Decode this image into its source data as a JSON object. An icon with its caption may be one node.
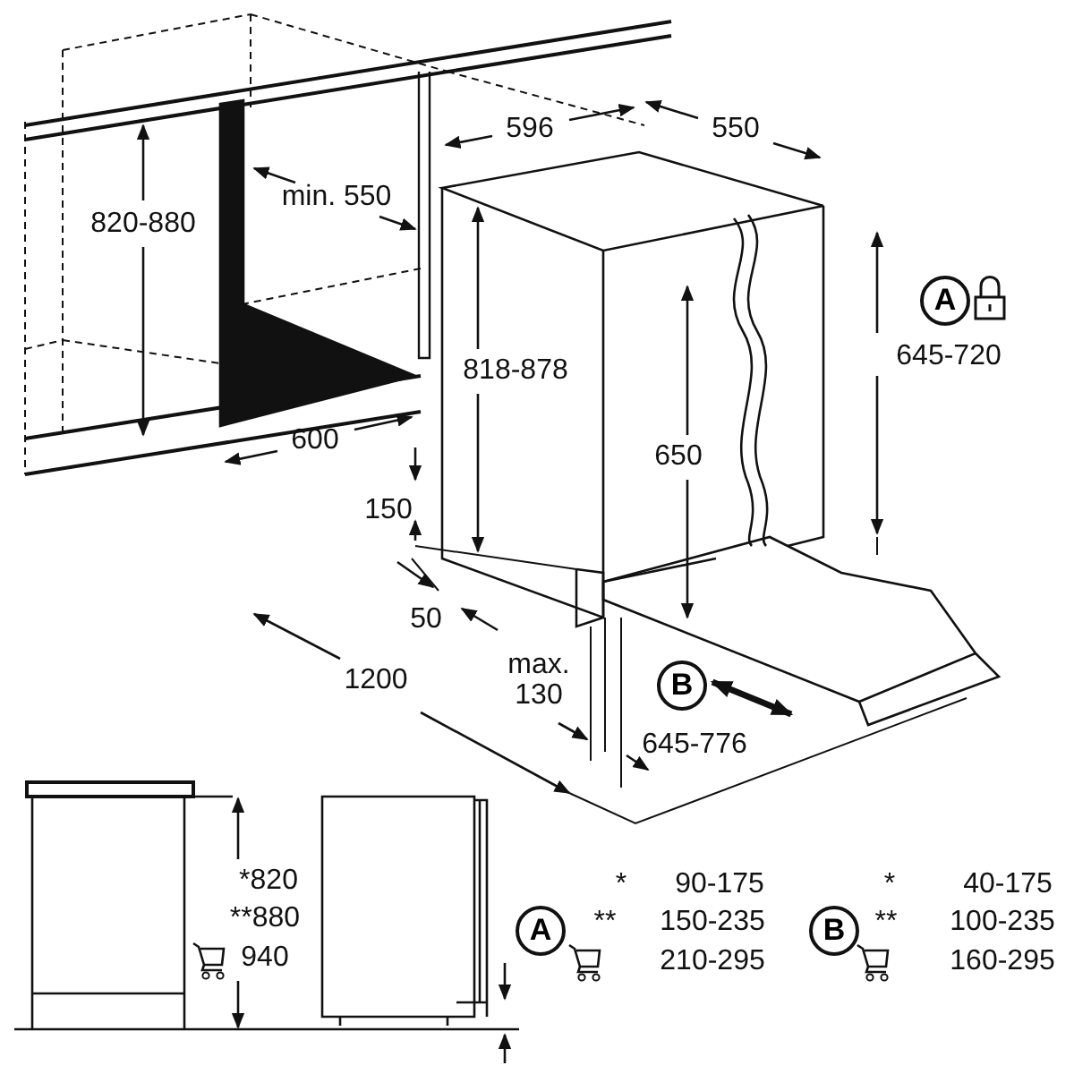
{
  "diagram": {
    "nodes": [
      {
        "text": [
          "A"
        ]
      },
      {
        "text": [
          "B"
        ]
      },
      {
        "text": [
          "A"
        ]
      },
      {
        "text": [
          "B"
        ]
      }
    ],
    "labels": [
      "596",
      "550",
      "min. 550",
      "820-880",
      "645-720",
      "818-878",
      "650",
      "600",
      "150",
      "50",
      "1200",
      "max. 130",
      "645-776",
      "*820",
      "**880",
      "940",
      "*",
      "90-175",
      "**",
      "150-235",
      "210-295",
      "*",
      "40-175",
      "**",
      "100-235",
      "160-295"
    ]
  }
}
